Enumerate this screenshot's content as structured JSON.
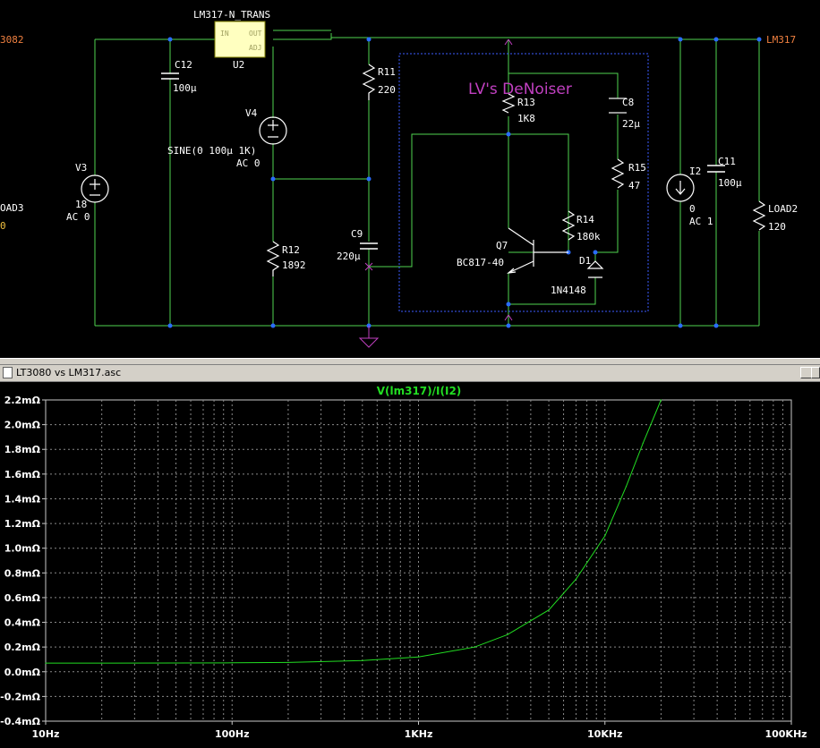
{
  "schematic": {
    "net_labels": {
      "left": "3082",
      "right": "LM317"
    },
    "regulator": {
      "type": "LM317-N_TRANS",
      "ref": "U2",
      "pins": [
        "IN",
        "OUT",
        "ADJ"
      ]
    },
    "C12": {
      "ref": "C12",
      "value": "100µ"
    },
    "V4": {
      "ref": "V4",
      "line1": "SINE(0 100µ 1K)",
      "line2": "AC 0"
    },
    "V3": {
      "ref": "V3",
      "line1": "18",
      "line2": "AC 0"
    },
    "LOAD3": {
      "ref": "OAD3",
      "value": "0"
    },
    "R11": {
      "ref": "R11",
      "value": "220"
    },
    "R12": {
      "ref": "R12",
      "value": "1892"
    },
    "C9": {
      "ref": "C9",
      "value": "220µ"
    },
    "denoiser_title": "LV's DeNoiser",
    "R13": {
      "ref": "R13",
      "value": "1K8"
    },
    "C8": {
      "ref": "C8",
      "value": "22µ"
    },
    "R15": {
      "ref": "R15",
      "value": "47"
    },
    "R14": {
      "ref": "R14",
      "value": "180k"
    },
    "Q7": {
      "ref": "Q7",
      "value": "BC817-40"
    },
    "D1": {
      "ref": "D1",
      "value": "1N4148"
    },
    "I2": {
      "ref": "I2",
      "line1": "0",
      "line2": "AC 1"
    },
    "C11": {
      "ref": "C11",
      "value": "100µ"
    },
    "LOAD2": {
      "ref": "LOAD2",
      "value": "120"
    }
  },
  "plot_window": {
    "title": "LT3080 vs LM317.asc"
  },
  "colors": {
    "wire": "#4fd44f",
    "trace": "#22dd22",
    "denoiser": "#c040c0",
    "netlabel": "#f08040",
    "grid": "#8a8a8a"
  },
  "chart_data": {
    "type": "line",
    "title": "V(lm317)/I(I2)",
    "x_scale": "log",
    "x_range": [
      10,
      100000
    ],
    "x_ticks": [
      "10Hz",
      "100Hz",
      "1KHz",
      "10KHz",
      "100KHz"
    ],
    "y_range": [
      -0.4,
      2.2
    ],
    "y_ticks": [
      "2.2mΩ",
      "2.0mΩ",
      "1.8mΩ",
      "1.6mΩ",
      "1.4mΩ",
      "1.2mΩ",
      "1.0mΩ",
      "0.8mΩ",
      "0.6mΩ",
      "0.4mΩ",
      "0.2mΩ",
      "0.0mΩ",
      "-0.2mΩ",
      "-0.4mΩ"
    ],
    "y_unit": "mΩ",
    "grid": true,
    "series": [
      {
        "name": "V(lm317)/I(I2)",
        "x": [
          10,
          20,
          50,
          100,
          200,
          500,
          1000,
          2000,
          3000,
          5000,
          7000,
          10000,
          13000,
          16000,
          20000
        ],
        "y": [
          0.07,
          0.07,
          0.071,
          0.072,
          0.075,
          0.09,
          0.12,
          0.2,
          0.3,
          0.5,
          0.75,
          1.1,
          1.5,
          1.85,
          2.2
        ]
      }
    ]
  }
}
